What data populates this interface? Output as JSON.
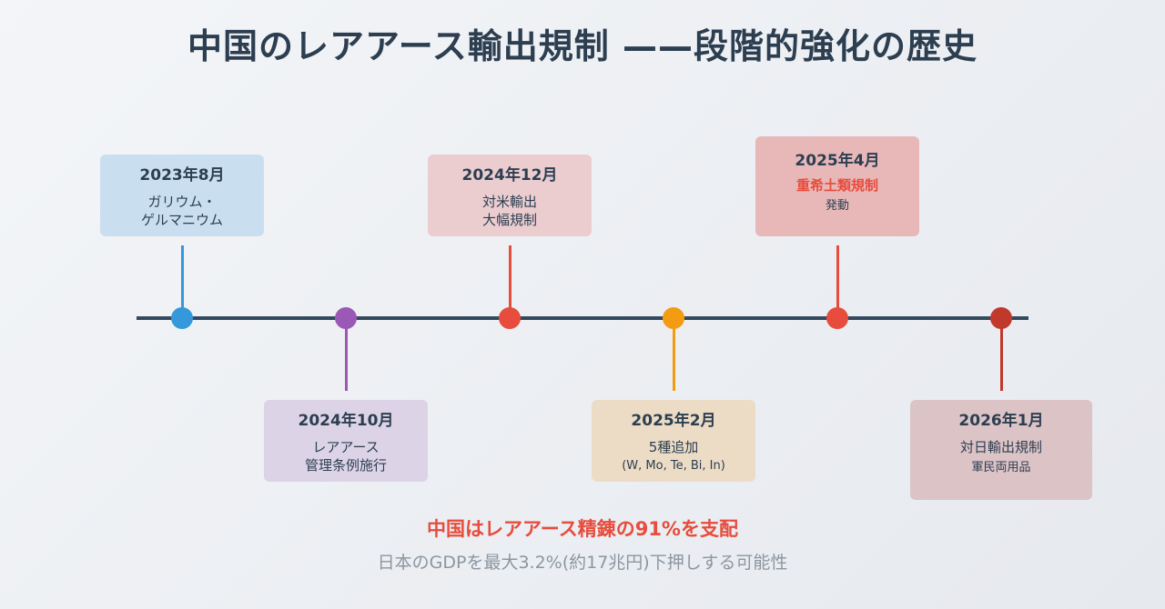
{
  "title": "中国のレアアース輸出規制 ——段階的強化の歴史",
  "events": [
    {
      "date": "2023年8月",
      "lines": [
        "ガリウム・",
        "ゲルマニウム"
      ],
      "color": "#3498db",
      "card_bg": "#c9dff0"
    },
    {
      "date": "2024年10月",
      "lines": [
        "レアアース",
        "管理条例施行"
      ],
      "color": "#9b59b6",
      "card_bg": "#ddd3e7"
    },
    {
      "date": "2024年12月",
      "lines": [
        "対米輸出",
        "大幅規制"
      ],
      "color": "#e74c3c",
      "card_bg": "#ebcdd0"
    },
    {
      "date": "2025年2月",
      "lines": [
        "5種追加",
        "(W, Mo, Te, Bi, In)"
      ],
      "color": "#f39c12",
      "card_bg": "#ecdcc5"
    },
    {
      "date": "2025年4月",
      "accent": "重希土類規制",
      "lines": [
        "発動"
      ],
      "color": "#e74c3c",
      "card_bg": "#e8b8b9"
    },
    {
      "date": "2026年1月",
      "lines": [
        "対日輸出規制",
        "軍民両用品"
      ],
      "color": "#c0392b",
      "card_bg": "#dcc3c6"
    }
  ],
  "headline": "中国はレアアース精錬の91%を支配",
  "subline": "日本のGDPを最大3.2%(約17兆円)下押しする可能性"
}
